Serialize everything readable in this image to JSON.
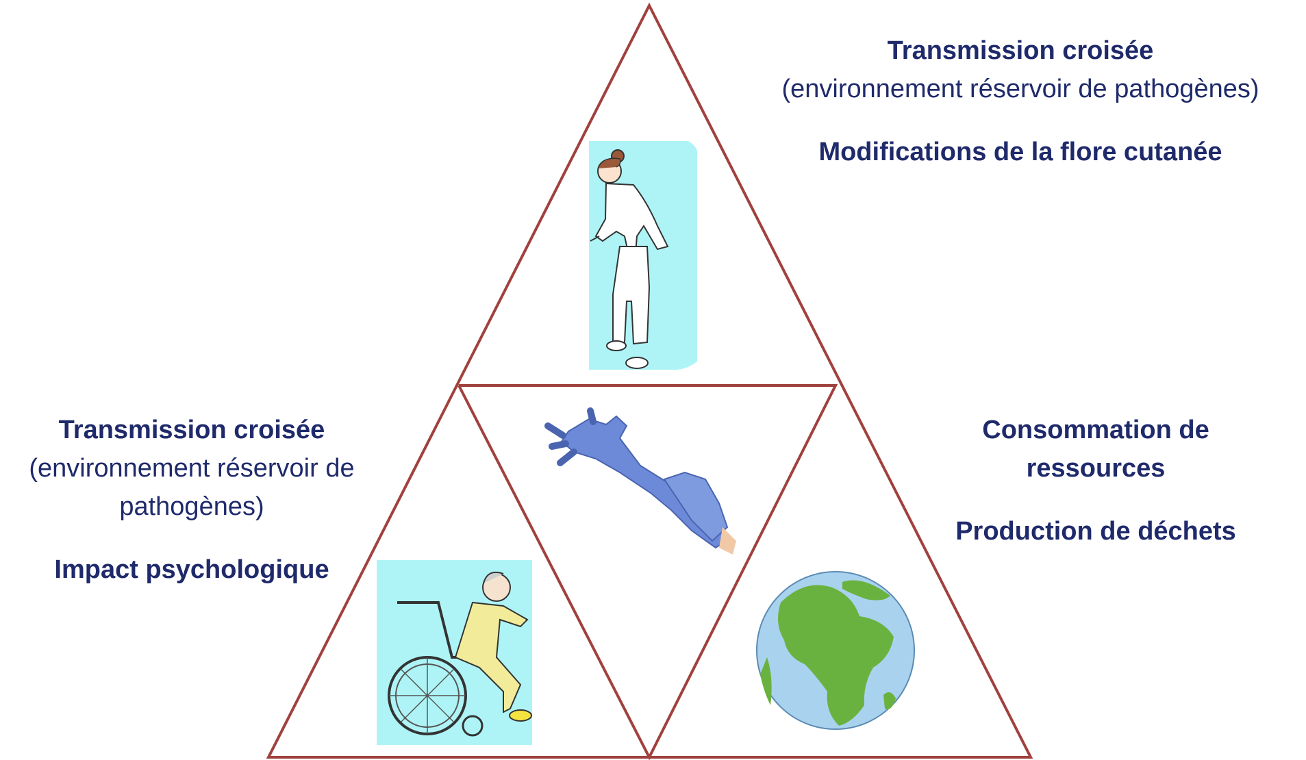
{
  "top": {
    "title": "Transmission croisée",
    "subtitle": "(environnement réservoir de pathogènes)",
    "second": "Modifications de la flore cutanée"
  },
  "left": {
    "title": "Transmission croisée",
    "subtitle_line1": "(environnement réservoir de",
    "subtitle_line2": "pathogènes)",
    "second": "Impact psychologique"
  },
  "right": {
    "title_line1": "Consommation de",
    "title_line2": "ressources",
    "second": "Production de déchets"
  },
  "colors": {
    "triangle_stroke": "#a0413e",
    "text": "#1f2a6b",
    "glove": "#6d8ad8",
    "earth_land": "#6ab23f",
    "earth_water": "#a9d2ee",
    "panel_bg": "#aef4f6"
  },
  "icons": [
    "nurse-illustration",
    "glove-illustration",
    "wheelchair-patient-illustration",
    "earth-globe-illustration"
  ]
}
